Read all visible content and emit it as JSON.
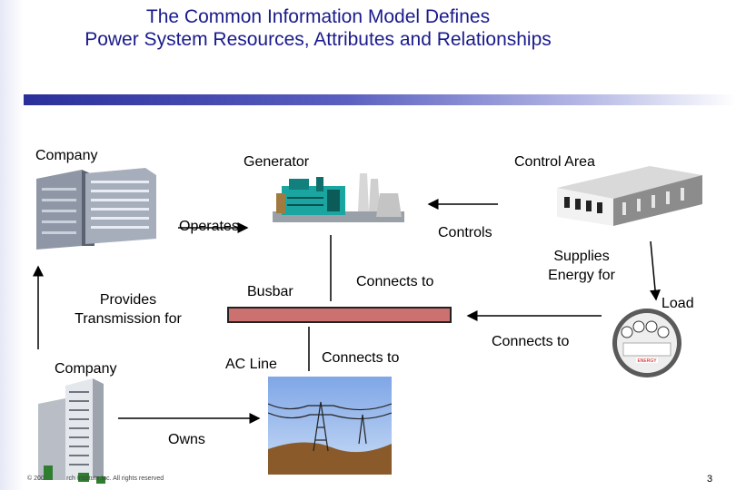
{
  "title": {
    "line1": "The Common Information Model Defines",
    "line2": "Power System Resources, Attributes and Relationships"
  },
  "nodes": {
    "company_top": "Company",
    "generator": "Generator",
    "control_area": "Control Area",
    "busbar": "Busbar",
    "load": "Load",
    "company_bottom": "Company",
    "ac_line": "AC Line"
  },
  "relations": {
    "operates": "Operates",
    "controls": "Controls",
    "supplies_line1": "Supplies",
    "supplies_line2": "Energy for",
    "provides_line1": "Provides",
    "provides_line2": "Transmission for",
    "connects_gen": "Connects to",
    "connects_load": "Connects to",
    "connects_acline": "Connects to",
    "owns": "Owns"
  },
  "footer": {
    "copyright": "© 200                 rch Institute Inc. All rights reserved",
    "page_number": "3"
  },
  "colors": {
    "title": "#1a1a8c",
    "rule": "#2b2f9a",
    "busbar": "#cc7070"
  },
  "icons": [
    "office-building-icon",
    "power-plant-icon",
    "control-center-icon",
    "electric-meter-icon",
    "skyscraper-icon",
    "transmission-tower-icon"
  ]
}
